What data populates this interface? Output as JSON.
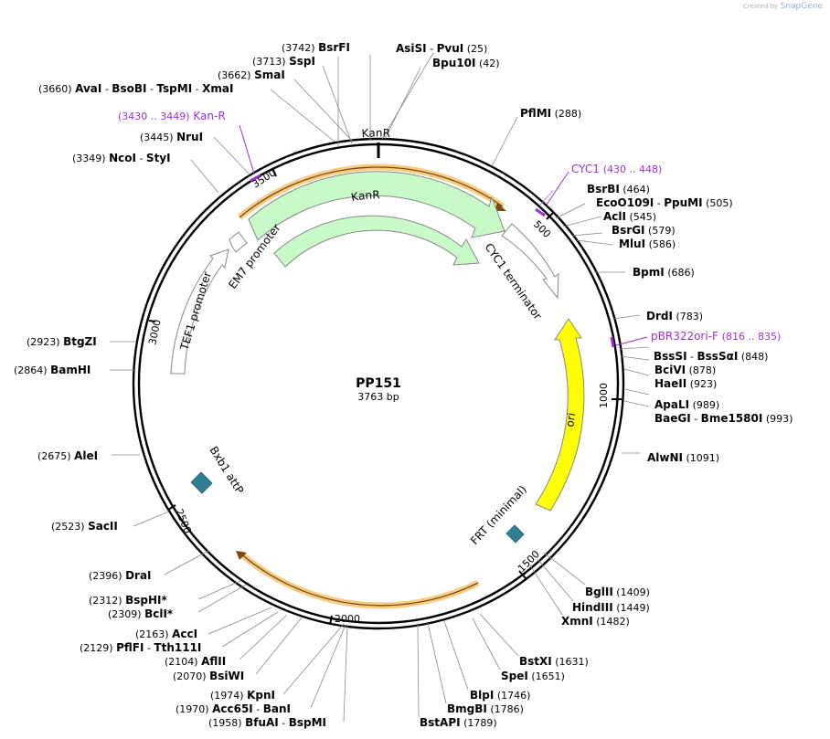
{
  "watermark": {
    "prefix": "Created by",
    "brand": "SnapGene"
  },
  "plasmid": {
    "name": "PP151",
    "length_label": "3763 bp"
  },
  "ticks": [
    {
      "label": "500"
    },
    {
      "label": "1000"
    },
    {
      "label": "1500"
    },
    {
      "label": "2000"
    },
    {
      "label": "2500"
    },
    {
      "label": "3000"
    },
    {
      "label": "3500"
    }
  ],
  "features": [
    {
      "label": "KanR"
    },
    {
      "label": "KanR"
    },
    {
      "label": "CYC1 terminator"
    },
    {
      "label": "EM7 promoter"
    },
    {
      "label": "TEF1 promoter"
    },
    {
      "label": "ori"
    },
    {
      "label": "FRT (minimal)"
    },
    {
      "label": "Bxb1 attP"
    }
  ],
  "primers": [
    {
      "name": "Kan-R",
      "range": "(3430 .. 3449)"
    },
    {
      "name": "CYC1",
      "range": "(430 .. 448)"
    },
    {
      "name": "pBR322ori-F",
      "range": "(816 .. 835)"
    }
  ],
  "sites": [
    {
      "pos": "(3742)",
      "name": "BsrFI"
    },
    {
      "pos": "(3713)",
      "name": "SspI"
    },
    {
      "pos": "(3662)",
      "name": "SmaI"
    },
    {
      "pos": "(3660)",
      "name": "AvaI",
      "extra": [
        "BsoBI",
        "TspMI",
        "XmaI"
      ]
    },
    {
      "pos": "(3445)",
      "name": "NruI"
    },
    {
      "pos": "(3349)",
      "name": "NcoI",
      "extra": [
        "StyI"
      ]
    },
    {
      "pos": "(25)",
      "name": "AsiSI",
      "extra": [
        "PvuI"
      ]
    },
    {
      "pos": "(42)",
      "name": "Bpu10I"
    },
    {
      "pos": "(288)",
      "name": "PflMI"
    },
    {
      "pos": "(464)",
      "name": "BsrBI"
    },
    {
      "pos": "(505)",
      "name": "EcoO109I",
      "extra": [
        "PpuMI"
      ]
    },
    {
      "pos": "(545)",
      "name": "AclI"
    },
    {
      "pos": "(579)",
      "name": "BsrGI"
    },
    {
      "pos": "(586)",
      "name": "MluI"
    },
    {
      "pos": "(686)",
      "name": "BpmI"
    },
    {
      "pos": "(783)",
      "name": "DrdI"
    },
    {
      "pos": "(848)",
      "name": "BssSI",
      "extra": [
        "BssSαI"
      ]
    },
    {
      "pos": "(878)",
      "name": "BciVI"
    },
    {
      "pos": "(923)",
      "name": "HaeII"
    },
    {
      "pos": "(989)",
      "name": "ApaLI"
    },
    {
      "pos": "(993)",
      "name": "BaeGI",
      "extra": [
        "Bme1580I"
      ]
    },
    {
      "pos": "(1091)",
      "name": "AlwNI"
    },
    {
      "pos": "(1409)",
      "name": "BglII"
    },
    {
      "pos": "(1449)",
      "name": "HindIII"
    },
    {
      "pos": "(1482)",
      "name": "XmnI"
    },
    {
      "pos": "(1631)",
      "name": "BstXI"
    },
    {
      "pos": "(1651)",
      "name": "SpeI"
    },
    {
      "pos": "(1746)",
      "name": "BlpI"
    },
    {
      "pos": "(1786)",
      "name": "BmgBI"
    },
    {
      "pos": "(1789)",
      "name": "BstAPI"
    },
    {
      "pos": "(2923)",
      "name": "BtgZI"
    },
    {
      "pos": "(2864)",
      "name": "BamHI"
    },
    {
      "pos": "(2675)",
      "name": "AleI"
    },
    {
      "pos": "(2523)",
      "name": "SacII"
    },
    {
      "pos": "(2396)",
      "name": "DraI"
    },
    {
      "pos": "(2312)",
      "name": "BspHI",
      "star": "*"
    },
    {
      "pos": "(2309)",
      "name": "BclI",
      "star": "*"
    },
    {
      "pos": "(2163)",
      "name": "AccI"
    },
    {
      "pos": "(2129)",
      "name": "PflFI",
      "extra": [
        "Tth111I"
      ]
    },
    {
      "pos": "(2104)",
      "name": "AflII"
    },
    {
      "pos": "(2070)",
      "name": "BsiWI"
    },
    {
      "pos": "(1974)",
      "name": "KpnI"
    },
    {
      "pos": "(1970)",
      "name": "Acc65I",
      "extra": [
        "BanI"
      ]
    },
    {
      "pos": "(1958)",
      "name": "BfuAI",
      "extra": [
        "BspMI"
      ]
    }
  ],
  "colors": {
    "kanr": "#c8fac8",
    "ori": "#ffff00",
    "primer": "#9b30d9",
    "site_marker": "#2e7f94",
    "orange": "#f4a93a"
  }
}
